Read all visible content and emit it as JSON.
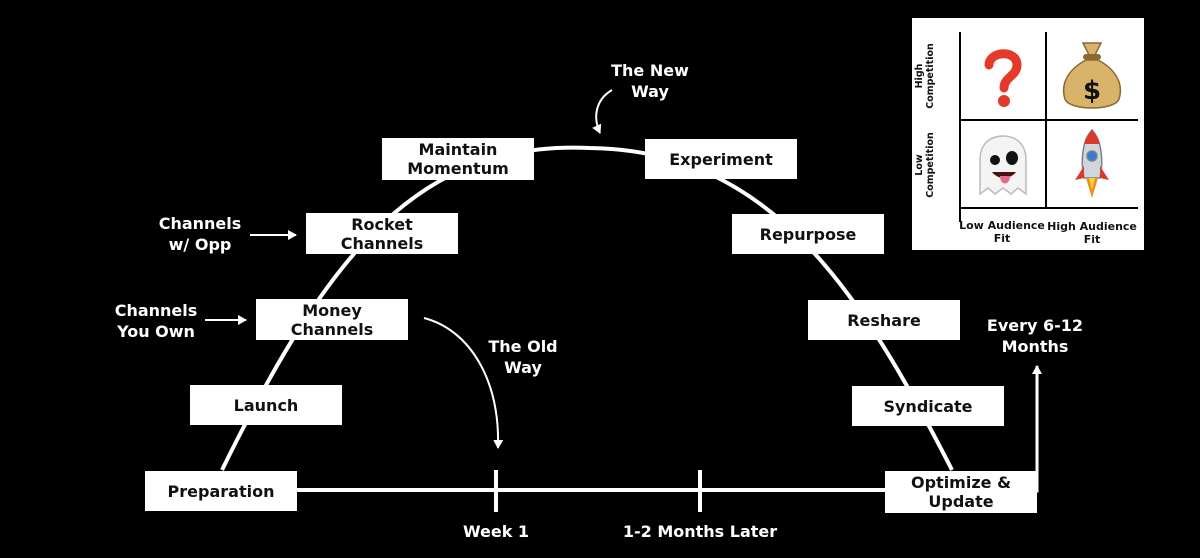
{
  "labels": {
    "new_way": "The New\nWay",
    "old_way": "The Old\nWay",
    "channels_opp": "Channels\nw/ Opp",
    "channels_own": "Channels\nYou Own",
    "every": "Every 6-12\nMonths"
  },
  "boxes": {
    "preparation": "Preparation",
    "launch": "Launch",
    "money": "Money\nChannels",
    "rocket": "Rocket\nChannels",
    "maintain": "Maintain\nMomentum",
    "experiment": "Experiment",
    "repurpose": "Repurpose",
    "reshare": "Reshare",
    "syndicate": "Syndicate",
    "optimize": "Optimize &\nUpdate"
  },
  "timeline": {
    "week1": "Week 1",
    "months": "1-2 Months Later"
  },
  "matrix": {
    "high_competition": "High\nCompetition",
    "low_competition": "Low\nCompetition",
    "low_audience": "Low Audience\nFit",
    "high_audience": "High Audience\nFit",
    "icons": {
      "top_left": "question-mark-icon",
      "top_right": "money-bag-icon",
      "bottom_left": "ghost-icon",
      "bottom_right": "rocket-icon"
    },
    "colors": {
      "question": "#e5392a",
      "bag": "#d9b36a",
      "rocket": "#cfd6de",
      "flame": "#f28a1c"
    }
  }
}
